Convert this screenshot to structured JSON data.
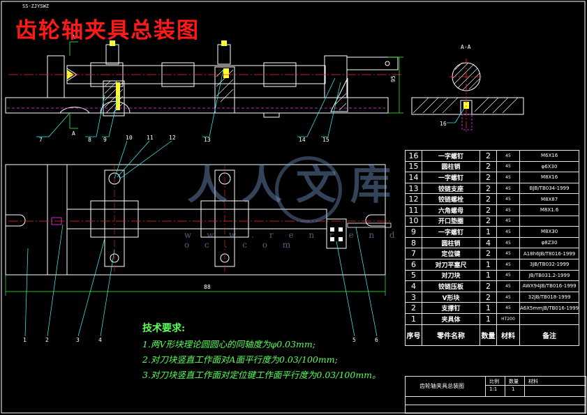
{
  "header": {
    "tag": "SS-ZJYSWZ",
    "title": "齿轮轴夹具总装图"
  },
  "colors": {
    "outline": "#ffffff",
    "centerline": "#ff2a2a",
    "hidden": "#ff33ff",
    "dimension": "#33ff33",
    "leader": "#33ffff",
    "annotation": "#59ff59",
    "title": "#ff1a1a"
  },
  "views": {
    "section_label": "A-A",
    "section_arrow_mark": "A",
    "dim_height": "95",
    "dim_length": "88"
  },
  "callouts": {
    "front": [
      "7",
      "8",
      "9",
      "10",
      "11",
      "12",
      "13",
      "14",
      "15",
      "16"
    ],
    "plan": [
      "1",
      "2",
      "3",
      "4",
      "5",
      "6"
    ]
  },
  "watermark": {
    "text": "人人文库",
    "url": "w w w . r e n r e n d o c . c o m"
  },
  "technical_requirements": {
    "heading": "技术要求:",
    "items": [
      "1.两V形块理论圆圆心的同轴度为φ0.03mm;",
      "2.对刀块竖直工作面对A面平行度为0.03/100mm;",
      "3.对刀块竖直工作面对定位键工作面平行度为0.03/100mm。"
    ]
  },
  "bom": {
    "header": {
      "no": "序号",
      "name": "零件名称",
      "qty": "数量",
      "material": "材料",
      "remark": "备注"
    },
    "rows": [
      {
        "no": "16",
        "name": "一字螺钉",
        "qty": "2",
        "material": "45",
        "remark": "M6X16"
      },
      {
        "no": "15",
        "name": "圆柱销",
        "qty": "2",
        "material": "45",
        "remark": "φ6X30"
      },
      {
        "no": "14",
        "name": "一字螺钉",
        "qty": "2",
        "material": "45",
        "remark": "M8X16"
      },
      {
        "no": "13",
        "name": "铰链支座",
        "qty": "2",
        "material": "45",
        "remark": "BJB/TB034-1999"
      },
      {
        "no": "12",
        "name": "铰链螺栓",
        "qty": "2",
        "material": "45",
        "remark": "M8X87"
      },
      {
        "no": "11",
        "name": "六角螺母",
        "qty": "2",
        "material": "45",
        "remark": "M8X1.6"
      },
      {
        "no": "10",
        "name": "开口垫圈",
        "qty": "2",
        "material": "45",
        "remark": ""
      },
      {
        "no": "9",
        "name": "一字螺钉",
        "qty": "1",
        "material": "45",
        "remark": "M8X30"
      },
      {
        "no": "8",
        "name": "圆柱销",
        "qty": "4",
        "material": "45",
        "remark": "φ8Z30"
      },
      {
        "no": "7",
        "name": "定位键",
        "qty": "2",
        "material": "45",
        "remark": "A18h6JB/T8016-1999"
      },
      {
        "no": "6",
        "name": "对刀平塞尺",
        "qty": "1",
        "material": "45",
        "remark": "3JB/TB032-1999"
      },
      {
        "no": "5",
        "name": "对刀块",
        "qty": "1",
        "material": "45",
        "remark": "JB/TB031.2-1999"
      },
      {
        "no": "4",
        "name": "铰链压板",
        "qty": "2",
        "material": "45",
        "remark": "AWX94JB/TB016-1999"
      },
      {
        "no": "3",
        "name": "V形块",
        "qty": "2",
        "material": "45",
        "remark": "32JB/TB018-1999"
      },
      {
        "no": "2",
        "name": "支撑钉",
        "qty": "1",
        "material": "45",
        "remark": "A6X5mmJB/TB016-1999"
      },
      {
        "no": "1",
        "name": "夹具体",
        "qty": "1",
        "material": "HT200",
        "remark": ""
      }
    ]
  },
  "title_block": {
    "drawing_name": "齿轮轴夹具总装图",
    "scale_label": "比例",
    "scale": "1:1",
    "qty_label": "数量",
    "qty": "1",
    "material_label": "材料"
  }
}
